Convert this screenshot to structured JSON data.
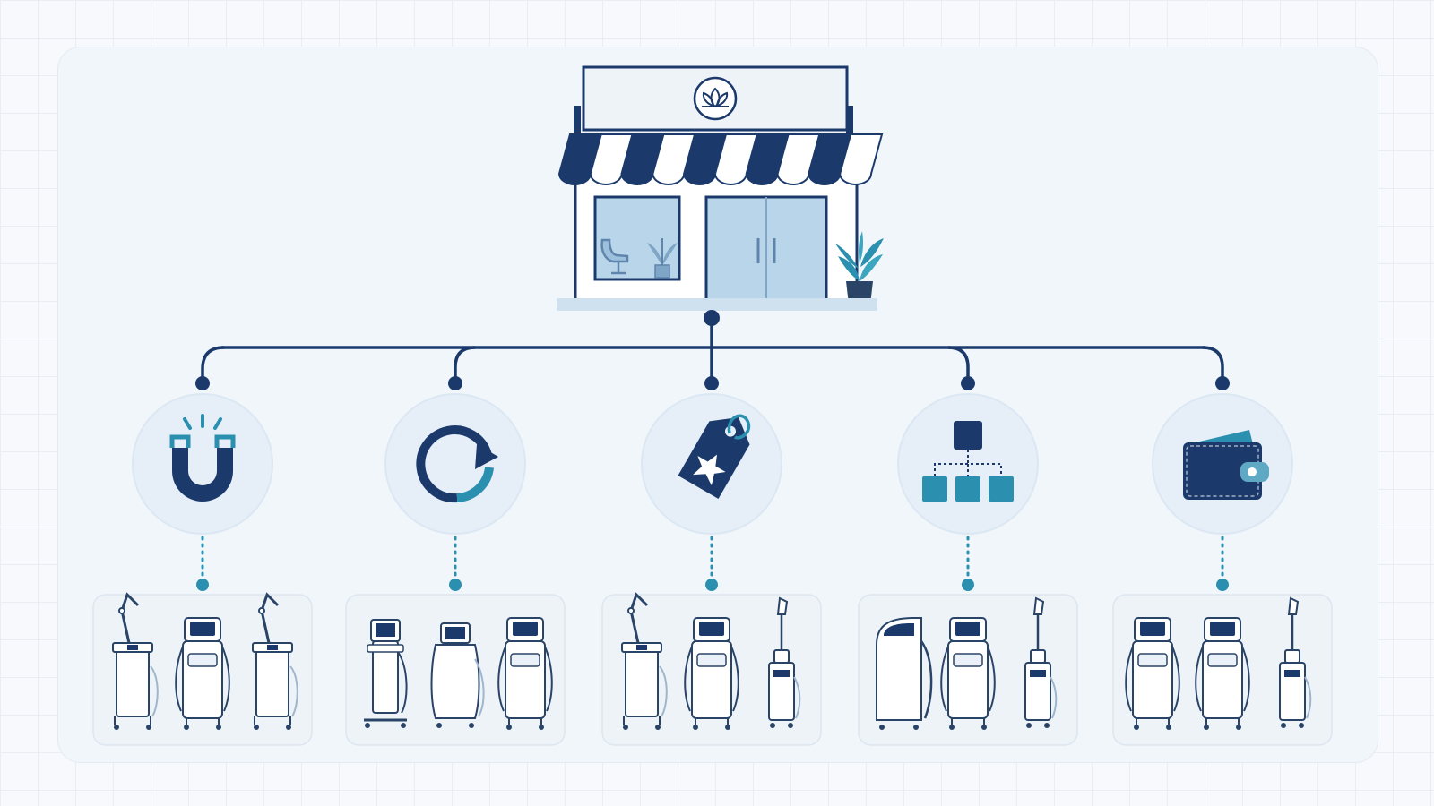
{
  "colors": {
    "navy": "#1b3a6b",
    "teal": "#2b8fb0",
    "light_blue": "#b9d5ea",
    "panel_bg": "#f1f6fb",
    "circle_bg": "#e6eff8",
    "machine_stroke": "#2a4468"
  },
  "storefront": {
    "sign_icon": "lotus-icon",
    "awning": "striped-navy-white",
    "window_contents": [
      "chair-icon",
      "plant-icon"
    ],
    "door": "double-glass-door",
    "planter": "potted-plant"
  },
  "branches": [
    {
      "icon": "magnet-icon",
      "devices": [
        "articulated-arm-laser",
        "ipl-handpiece-unit",
        "articulated-arm-laser"
      ]
    },
    {
      "icon": "refresh-cycle-icon",
      "devices": [
        "tower-console",
        "rounded-body-unit",
        "dual-handle-unit"
      ]
    },
    {
      "icon": "star-price-tag-icon",
      "devices": [
        "articulated-arm-laser",
        "dual-handle-unit",
        "handpiece-tower"
      ]
    },
    {
      "icon": "hierarchy-chart-icon",
      "devices": [
        "curved-body-unit",
        "dual-handle-unit",
        "handpiece-tower"
      ]
    },
    {
      "icon": "wallet-icon",
      "devices": [
        "dual-handle-unit",
        "dual-handle-unit",
        "handpiece-tower"
      ]
    }
  ]
}
